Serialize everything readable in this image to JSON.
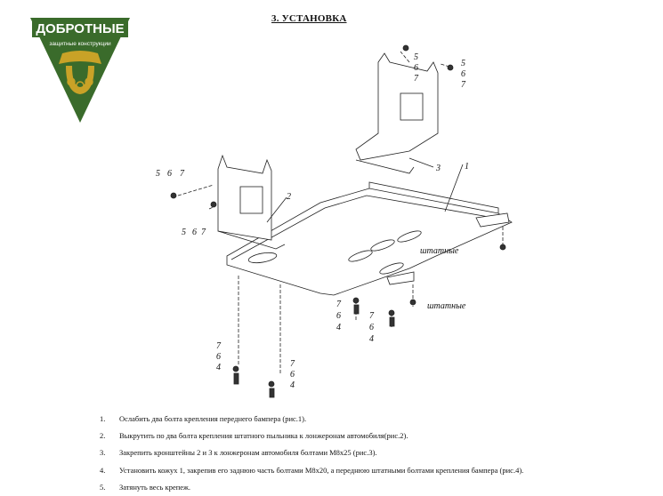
{
  "logo": {
    "brand": "ДОБРОТНЫЕ",
    "tagline": "защитные конструкции",
    "colors": {
      "green": "#3a6b2b",
      "gold": "#c9a227",
      "dark": "#2c4f1f"
    }
  },
  "header": {
    "title": "3. УСТАНОВКА"
  },
  "diagram": {
    "part_labels": [
      "1",
      "2",
      "3"
    ],
    "note_standard": "штатные",
    "stack_labels": [
      "5",
      "6",
      "7",
      "4"
    ]
  },
  "steps": [
    {
      "num": "1.",
      "text": "Ослабить два болта крепления переднего бампера (рис.1)."
    },
    {
      "num": "2.",
      "text": "Выкрутить по два болта крепления штатного пыльника к лонжеронам автомобиля(рис.2)."
    },
    {
      "num": "3.",
      "text": "Закрепить кронштейны 2 и 3 к лонжеронам автомобиля болтами М8х25 (рис.3)."
    },
    {
      "num": "4.",
      "text": "Установить кожух 1, закрепив его заднюю часть болтами М8х20, а переднюю штатными болтами крепления бампера (рис.4)."
    },
    {
      "num": "5.",
      "text": "Затянуть весь крепеж."
    }
  ]
}
